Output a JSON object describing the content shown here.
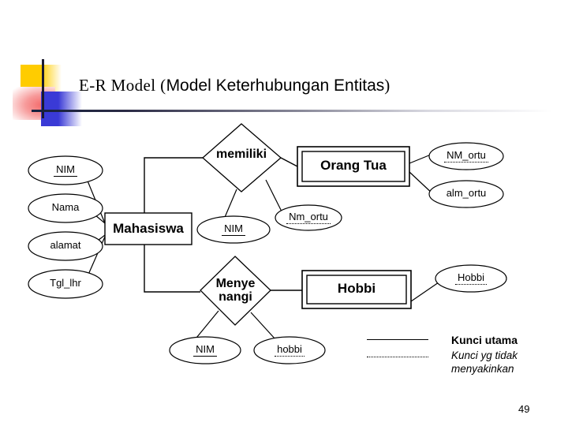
{
  "slide": {
    "title_serif": "E-R Model (",
    "title_sans": "Model Keterhubungan Entitas",
    "title_serif_close": ")",
    "page_number": "49"
  },
  "entities": [
    {
      "id": "mahasiswa",
      "label": "Mahasiswa",
      "kind": "strong-entity"
    },
    {
      "id": "orang_tua",
      "label": "Orang Tua",
      "kind": "weak-entity"
    },
    {
      "id": "hobbi",
      "label": "Hobbi",
      "kind": "weak-entity"
    }
  ],
  "relationships": [
    {
      "id": "memiliki",
      "label": "memiliki",
      "kind": "relationship"
    },
    {
      "id": "menyenangi",
      "label_line1": "Menye",
      "label_line2": "nangi",
      "kind": "relationship"
    }
  ],
  "attributes": [
    {
      "id": "nim_mhs",
      "label": "NIM",
      "underline": "solid",
      "owner": "mahasiswa"
    },
    {
      "id": "nama",
      "label": "Nama",
      "underline": "none",
      "owner": "mahasiswa"
    },
    {
      "id": "alamat",
      "label": "alamat",
      "underline": "none",
      "owner": "mahasiswa"
    },
    {
      "id": "tgl_lhr",
      "label": "Tgl_lhr",
      "underline": "none",
      "owner": "mahasiswa"
    },
    {
      "id": "nim_memiliki",
      "label": "NIM",
      "underline": "solid",
      "owner": "memiliki"
    },
    {
      "id": "nm_ortu_rel",
      "label": "Nm_ortu",
      "underline": "dotted",
      "owner": "memiliki"
    },
    {
      "id": "nm_ortu_ent",
      "label": "NM_ortu",
      "underline": "dotted",
      "owner": "orang_tua"
    },
    {
      "id": "alm_ortu",
      "label": "alm_ortu",
      "underline": "none",
      "owner": "orang_tua"
    },
    {
      "id": "nim_menyenangi",
      "label": "NIM",
      "underline": "solid",
      "owner": "menyenangi"
    },
    {
      "id": "hobbi_rel",
      "label": "hobbi",
      "underline": "dotted",
      "owner": "menyenangi"
    },
    {
      "id": "hobbi_ent",
      "label": "Hobbi",
      "underline": "dotted",
      "owner": "hobbi"
    }
  ],
  "legend": {
    "primary_key_label": "Kunci utama",
    "weak_key_line1": "Kunci yg tidak",
    "weak_key_line2": "menyakinkan"
  },
  "colors": {
    "stroke": "#000000",
    "deco_yellow": "#FFCC00",
    "deco_red": "#F46A6A",
    "deco_blue": "#3A3AD6",
    "header_line": "#16213e"
  }
}
